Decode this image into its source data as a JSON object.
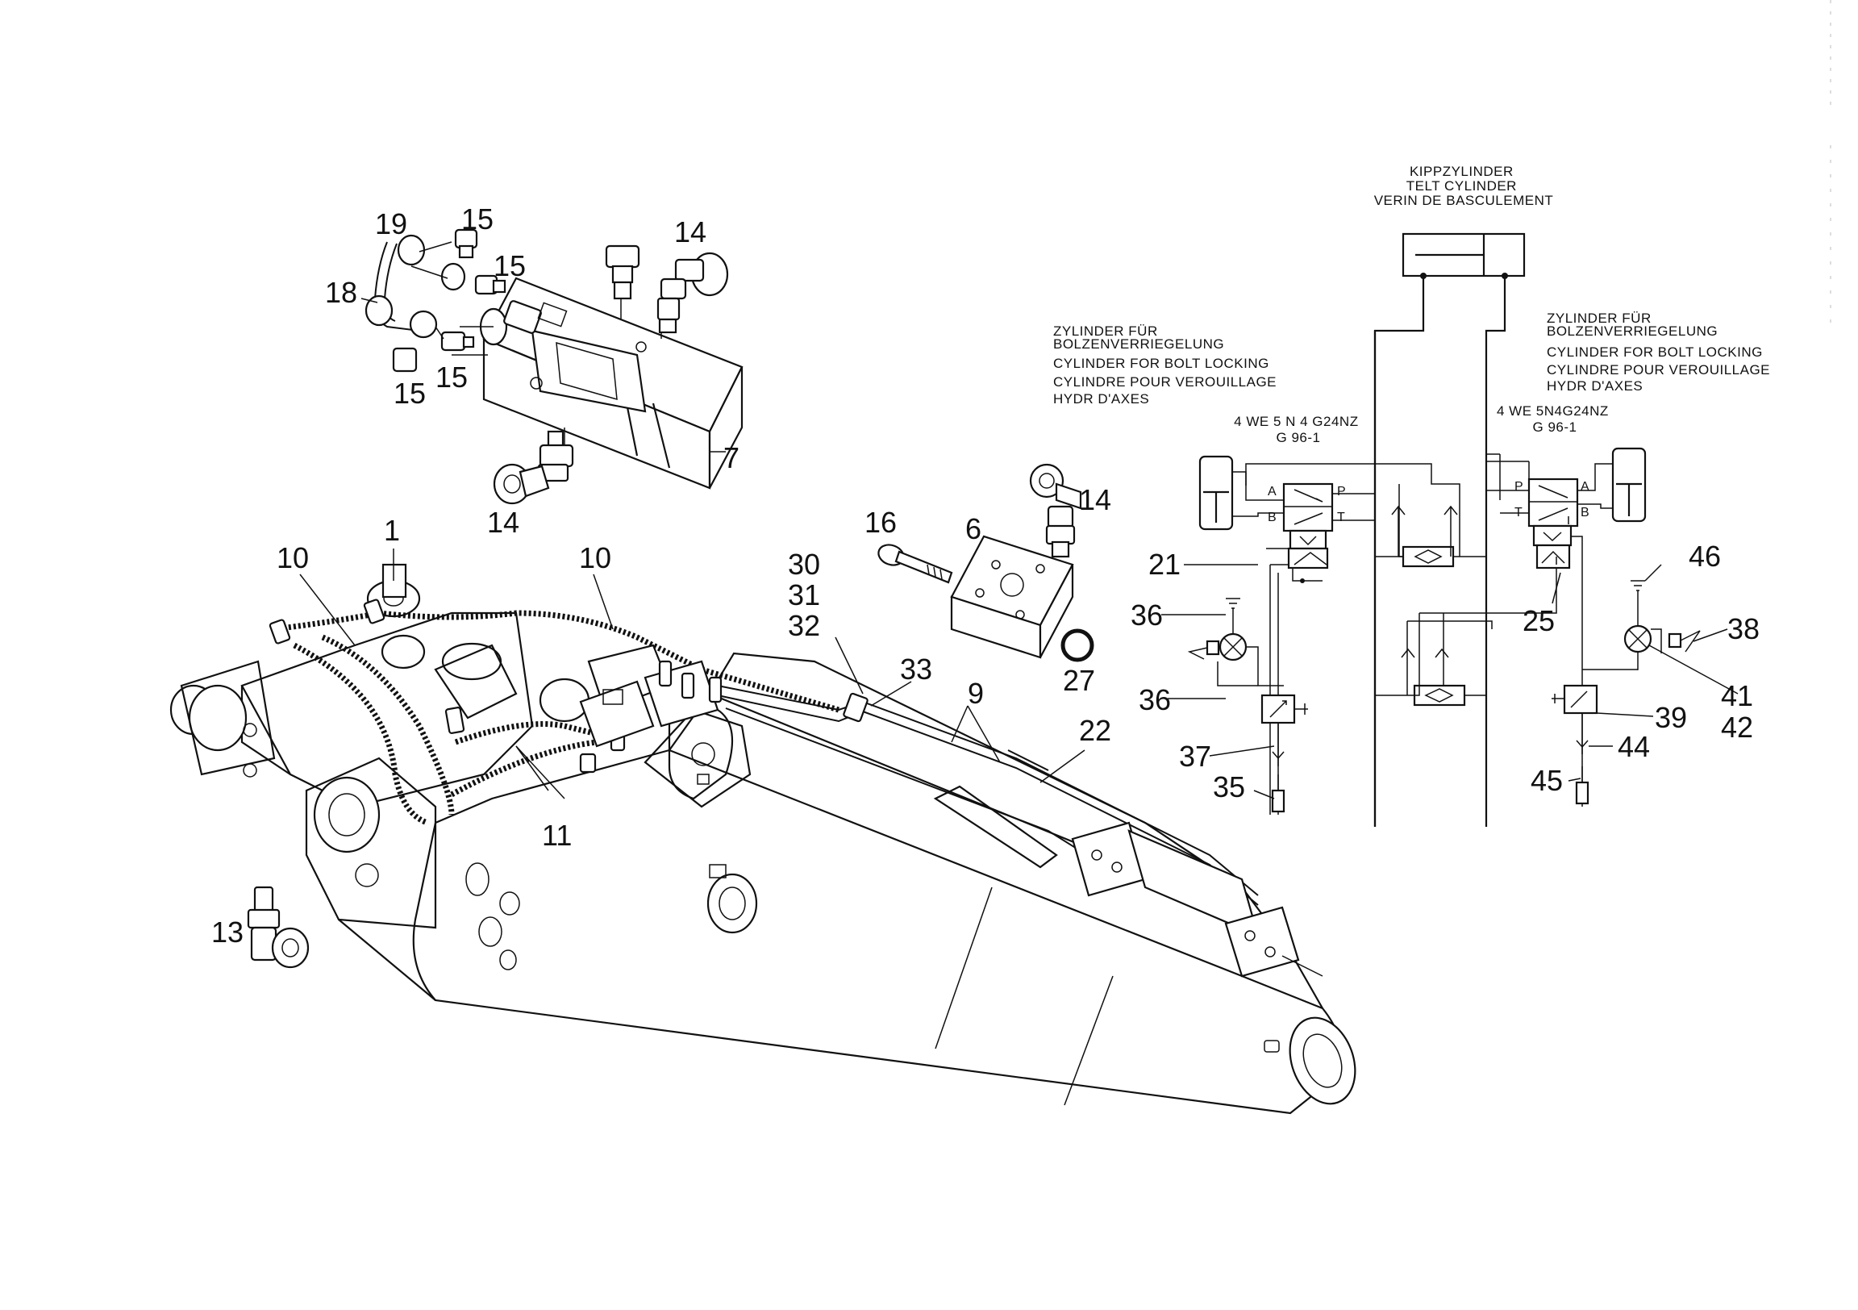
{
  "schematic": {
    "tilt_caption": [
      "KIPPZYLINDER",
      "TELT CYLINDER",
      "VERIN DE BASCULEMENT"
    ],
    "left_caption": [
      "ZYLINDER FÜR",
      "BOLZENVERRIEGELUNG",
      "CYLINDER FOR BOLT LOCKING",
      "CYLINDRE POUR VEROUILLAGE",
      "HYDR D'AXES"
    ],
    "right_caption": [
      "ZYLINDER FÜR",
      "BOLZENVERRIEGELUNG",
      "CYLINDER FOR BOLT LOCKING",
      "CYLINDRE POUR VEROUILLAGE",
      "HYDR D'AXES"
    ],
    "left_valve_code": [
      "4 WE 5 N 4 G24NZ",
      "G 96-1"
    ],
    "right_valve_code": [
      "4 WE 5N4G24NZ",
      "G 96-1"
    ],
    "port_letters": {
      "a": "A",
      "b": "B",
      "p": "P",
      "t": "T"
    }
  },
  "parts": {
    "p1": "1",
    "p6": "6",
    "p7": "7",
    "p9": "9",
    "p10a": "10",
    "p10b": "10",
    "p11": "11",
    "p13": "13",
    "p14a": "14",
    "p14b": "14",
    "p14c": "14",
    "p15a": "15",
    "p15b": "15",
    "p15c": "15",
    "p15d": "15",
    "p16": "16",
    "p18": "18",
    "p19": "19",
    "p21": "21",
    "p22": "22",
    "p25": "25",
    "p27": "27",
    "p30": "30",
    "p31": "31",
    "p32": "32",
    "p33": "33",
    "p35": "35",
    "p36a": "36",
    "p36b": "36",
    "p37": "37",
    "p38": "38",
    "p39": "39",
    "p41": "41",
    "p42": "42",
    "p44": "44",
    "p45": "45",
    "p46": "46"
  }
}
